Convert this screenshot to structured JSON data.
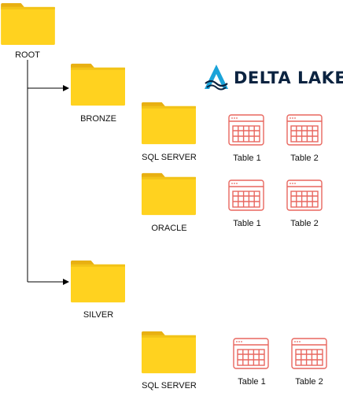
{
  "logo": {
    "text": "DELTA LAKE",
    "color": "#0b2340",
    "accent": "#1aa3d9"
  },
  "folders": {
    "root": "ROOT",
    "bronze": "BRONZE",
    "silver": "SILVER",
    "bronze_sql_server": "SQL SERVER",
    "bronze_oracle": "ORACLE",
    "silver_sql_server": "SQL SERVER"
  },
  "tables": {
    "bronze_sql_server": [
      "Table 1",
      "Table 2"
    ],
    "bronze_oracle": [
      "Table 1",
      "Table 2"
    ],
    "silver_sql_server": [
      "Table 1",
      "Table 2"
    ]
  },
  "colors": {
    "folder_body": "#ffd21f",
    "folder_tab": "#e8b012",
    "table_icon": "#e8675f",
    "connector": "#000000"
  },
  "icons": [
    "folder-icon",
    "table-icon",
    "delta-lake-logo-icon"
  ]
}
